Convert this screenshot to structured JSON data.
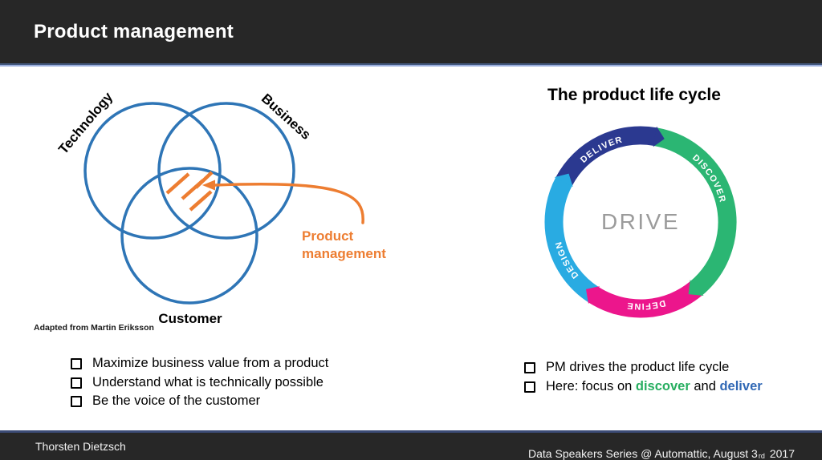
{
  "slide": {
    "title": "Product management"
  },
  "theme": {
    "bar-dark": "#272727",
    "accent-orange": "#ED7D31",
    "venn-blue": "#2E75B6",
    "hl-green": "#27AE60",
    "hl-blue": "#3068B5",
    "drive-gray": "#9B9B9B"
  },
  "venn": {
    "label_technology": "Technology",
    "label_business": "Business",
    "label_customer": "Customer",
    "annotation": "Product management",
    "credit": "Adapted from Martin Eriksson"
  },
  "lifecycle": {
    "title": "The product life cycle",
    "center_label": "DRIVE",
    "segments": [
      {
        "label": "DISCOVER",
        "color": "#2BB673"
      },
      {
        "label": "DEFINE",
        "color": "#EC168C"
      },
      {
        "label": "DESIGN",
        "color": "#29ABE2"
      },
      {
        "label": "DELIVER",
        "color": "#2B3990"
      }
    ]
  },
  "left_bullets": [
    "Maximize business value from a product",
    "Understand what is technically possible",
    "Be the voice of the customer"
  ],
  "right_bullets": {
    "item1": "PM drives the product life cycle",
    "item2_prefix": "Here: focus on ",
    "item2_discover": "discover",
    "item2_and": " and ",
    "item2_deliver": "deliver"
  },
  "footer": {
    "author": "Thorsten Dietzsch",
    "event": "Data Speakers Series @ Automattic, August 3",
    "event_ordinal": "rd",
    "event_year": "2017"
  }
}
